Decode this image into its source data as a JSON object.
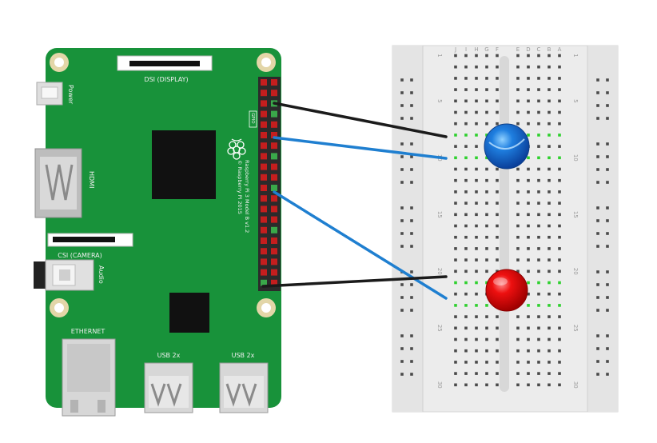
{
  "board": {
    "dsi_label": "DSI (DISPLAY)",
    "power_label": "Power",
    "hdmi_label": "HDMI",
    "csi_label": "CSI (CAMERA)",
    "audio_label": "Audio",
    "ethernet_label": "ETHERNET",
    "usb_left_label": "USB 2x",
    "usb_right_label": "USB 2x",
    "model_line1": "Raspberry Pi 3 Model B v1.2",
    "model_line2": "© Raspberry Pi 2015",
    "gpio_label": "GPIO"
  },
  "breadboard": {
    "column_letters_left": [
      "J",
      "I",
      "H",
      "G",
      "F"
    ],
    "column_letters_right": [
      "E",
      "D",
      "C",
      "B",
      "A"
    ],
    "row_numbers": [
      "1",
      "5",
      "10",
      "15",
      "20",
      "25",
      "30"
    ]
  },
  "components": [
    {
      "name": "blue-led",
      "color": "#1a6fd6"
    },
    {
      "name": "red-led",
      "color": "#e01010"
    }
  ],
  "wires": [
    {
      "name": "wire-black-top",
      "color": "#1b1b1b"
    },
    {
      "name": "wire-blue-top",
      "color": "#1f7fd0"
    },
    {
      "name": "wire-blue-bottom",
      "color": "#1f7fd0"
    },
    {
      "name": "wire-black-bottom",
      "color": "#1b1b1b"
    }
  ]
}
